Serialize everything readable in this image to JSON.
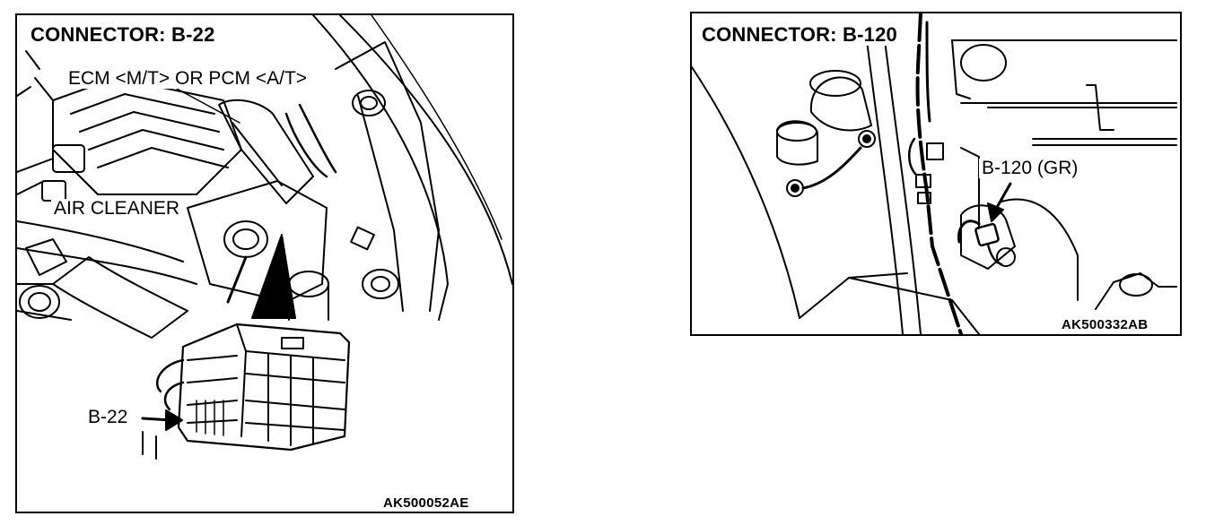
{
  "left_panel": {
    "title": "CONNECTOR: B-22",
    "label_ecm": "ECM <M/T> OR PCM <A/T>",
    "label_air_cleaner": "AIR CLEANER",
    "label_connector": "B-22",
    "figure_code": "AK500052AE"
  },
  "right_panel": {
    "title": "CONNECTOR: B-120",
    "label_connector": "B-120 (GR)",
    "figure_code": "AK500332AB"
  }
}
